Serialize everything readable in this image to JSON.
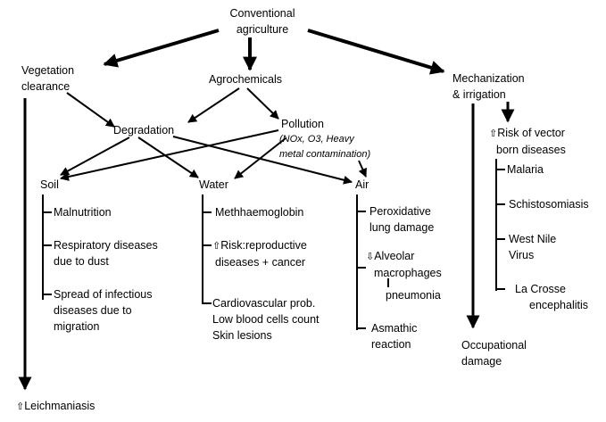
{
  "nodes": {
    "conventional_agriculture": [
      "Conventional",
      "agriculture"
    ],
    "vegetation_clearance": [
      "Vegetation",
      "clearance"
    ],
    "agrochemicals": "Agrochemicals",
    "mechanization_irrigation": [
      "Mechanization",
      "& irrigation"
    ],
    "degradation": "Degradation",
    "pollution": "Pollution",
    "pollution_note": [
      "(NOx, O3, Heavy",
      "metal contamination)"
    ],
    "soil": "Soil",
    "water": "Water",
    "air": "Air",
    "risk_vector": [
      "Risk of vector",
      "born diseases"
    ],
    "malnutrition": "Malnutrition",
    "respiratory_diseases": [
      "Respiratory diseases",
      "due to dust"
    ],
    "spread_infectious": [
      "Spread of infectious",
      "diseases due to",
      "migration"
    ],
    "methhaemoglobin": "Methhaemoglobin",
    "risk_reproductive": [
      "Risk",
      ":reproductive",
      "diseases + cancer"
    ],
    "cardiovascular": [
      "Cardiovascular prob.",
      "Low blood cells count",
      "Skin lesions"
    ],
    "peroxidative": [
      "Peroxidative",
      "lung damage"
    ],
    "alveolar": [
      "Alveolar",
      "macrophages"
    ],
    "pneumonia": "pneumonia",
    "asthmatic": [
      "Asmathic",
      "reaction"
    ],
    "malaria": "Malaria",
    "schistosomiasis": "Schistosomiasis",
    "west_nile": [
      "West Nile",
      "Virus"
    ],
    "la_crosse": [
      "La Crosse",
      "encephalitis"
    ],
    "occupational": [
      "Occupational",
      "damage"
    ],
    "leichmaniasis": "Leichmaniasis"
  },
  "markers": {
    "increase": "⇧",
    "decrease": "⇩"
  }
}
